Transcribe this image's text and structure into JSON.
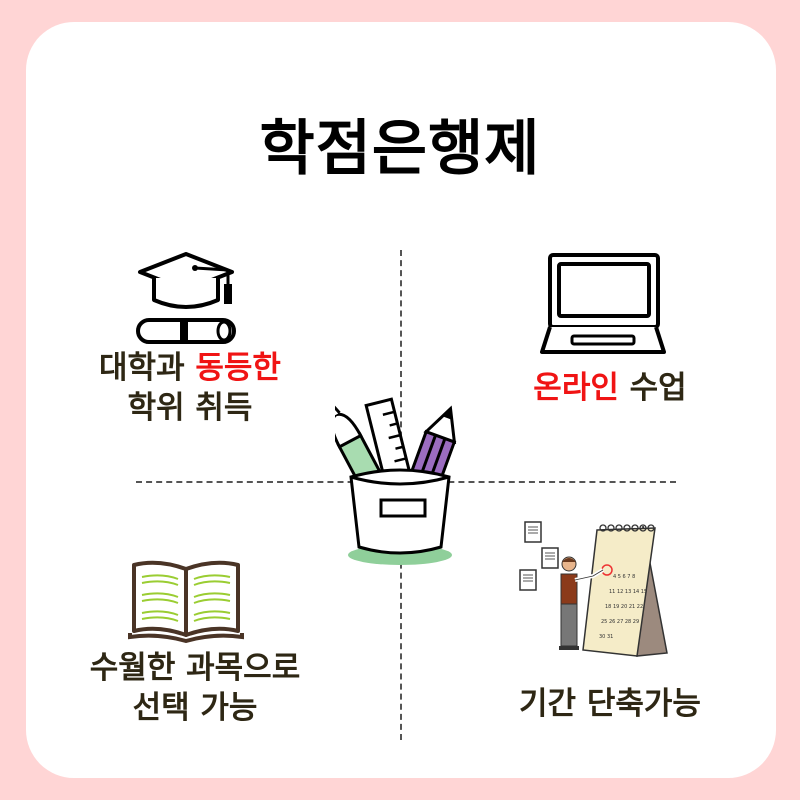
{
  "title": "학점은행제",
  "colors": {
    "background": "#ffd5d5",
    "card": "#ffffff",
    "text": "#2e2714",
    "highlight": "#f01414",
    "divider": "#555555"
  },
  "quadrants": {
    "top_left": {
      "icon": "graduation-cap-diploma-icon",
      "line1_normal": "대학과 ",
      "line1_highlight": "동등한",
      "line2": "학위 취득"
    },
    "top_right": {
      "icon": "laptop-icon",
      "line1_highlight": "온라인",
      "line1_normal": " 수업"
    },
    "bottom_left": {
      "icon": "open-book-icon",
      "line1": "수월한 과목으로",
      "line2": "선택 가능"
    },
    "bottom_right": {
      "icon": "calendar-man-icon",
      "line1": "기간 단축가능"
    }
  },
  "center": {
    "icon": "pencil-cup-icon"
  }
}
